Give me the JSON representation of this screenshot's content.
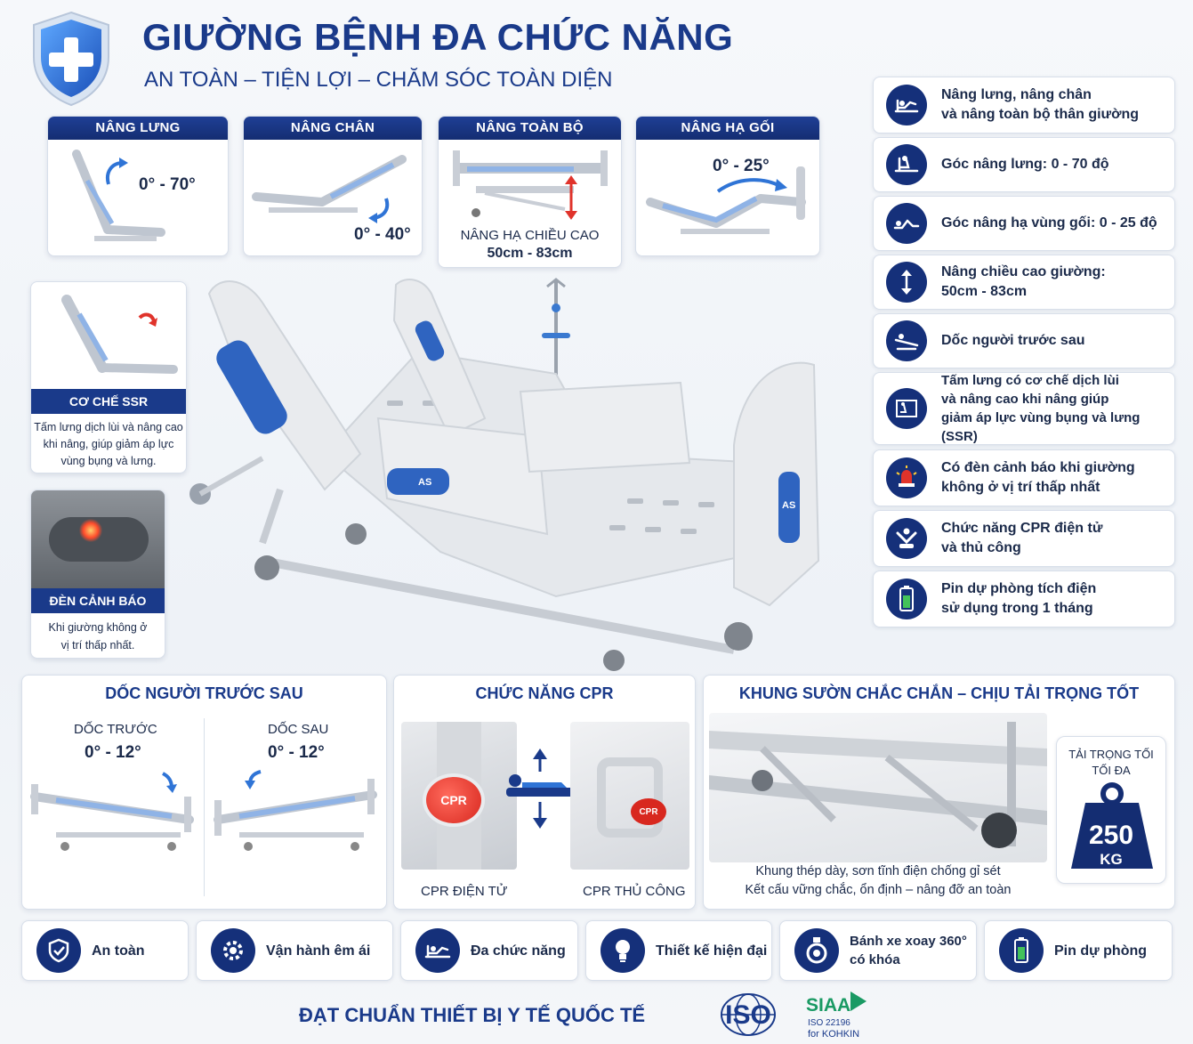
{
  "header": {
    "title": "GIƯỜNG BỆNH ĐA CHỨC NĂNG",
    "subtitle": "AN TOÀN – TIỆN LỢI – CHĂM SÓC TOÀN DIỆN"
  },
  "top_cards": [
    {
      "title": "NÂNG LƯNG",
      "angle": "0° - 70°"
    },
    {
      "title": "NÂNG CHÂN",
      "angle": "0° - 40°"
    },
    {
      "title": "NÂNG TOÀN BỘ",
      "caption_line1": "NÂNG HẠ CHIỀU CAO",
      "caption_line2": "50cm - 83cm"
    },
    {
      "title": "NÂNG HẠ GỐI",
      "angle": "0° - 25°"
    }
  ],
  "left_cards": {
    "ssr": {
      "title": "CƠ CHẾ SSR",
      "desc_line1": "Tấm lưng dịch lùi và nâng cao",
      "desc_line2": "khi nâng, giúp giảm áp lực",
      "desc_line3": "vùng bụng và lưng."
    },
    "warning": {
      "title": "ĐÈN CẢNH BÁO",
      "desc_line1": "Khi giường không ở",
      "desc_line2": "vị trí thấp nhất."
    }
  },
  "bed_labels": {
    "side_badge_1": "AS",
    "side_badge_2": "AS"
  },
  "features": [
    {
      "icon": "bed-raise-icon",
      "line1": "Nâng lưng, nâng chân",
      "line2": "và nâng toàn bộ thân giường"
    },
    {
      "icon": "backrest-icon",
      "line1": "Góc nâng lưng: 0 - 70 độ"
    },
    {
      "icon": "knee-icon",
      "line1": "Góc nâng hạ vùng gối: 0 - 25 độ"
    },
    {
      "icon": "height-arrows-icon",
      "line1": "Nâng chiều cao giường:",
      "line2": "50cm - 83cm"
    },
    {
      "icon": "tilt-icon",
      "line1": "Dốc người trước sau"
    },
    {
      "icon": "ssr-icon",
      "line1": "Tấm lưng có cơ chế dịch lùi",
      "line2": "và nâng cao khi nâng giúp",
      "line3": "giảm áp lực vùng bụng và lưng (SSR)"
    },
    {
      "icon": "alarm-light-icon",
      "line1": "Có đèn cảnh báo khi giường",
      "line2": "không ở vị trí thấp nhất"
    },
    {
      "icon": "cpr-icon",
      "line1": "Chức năng CPR điện tử",
      "line2": "và thủ công"
    },
    {
      "icon": "battery-icon",
      "line1": "Pin dự phòng tích điện",
      "line2": "sử dụng trong 1 tháng"
    }
  ],
  "tilt_section": {
    "title": "DỐC NGƯỜI TRƯỚC SAU",
    "front_label": "DỐC TRƯỚC",
    "front_angle": "0° - 12°",
    "back_label": "DỐC SAU",
    "back_angle": "0° - 12°"
  },
  "cpr_section": {
    "title": "CHỨC NĂNG CPR",
    "button_text": "CPR",
    "button_text_2": "CPR",
    "electric_label": "CPR ĐIỆN TỬ",
    "manual_label": "CPR THỦ CÔNG"
  },
  "frame_section": {
    "title": "KHUNG SƯỜN CHẮC CHẮN – CHỊU TẢI TRỌNG TỐT",
    "desc_line1": "Khung thép dày, sơn tĩnh điện chống gỉ sét",
    "desc_line2": "Kết cấu vững chắc, ổn định – nâng đỡ an toàn",
    "load_label_line1": "TẢI TRỌNG TỐI",
    "load_label_line2": "TỐI ĐA",
    "load_value": "250",
    "load_unit": "KG"
  },
  "bottom_pills": [
    {
      "icon": "shield-check-icon",
      "line1": "An toàn"
    },
    {
      "icon": "gear-icon",
      "line1": "Vận hành êm ái"
    },
    {
      "icon": "bed-multi-icon",
      "line1": "Đa chức năng"
    },
    {
      "icon": "lightbulb-icon",
      "line1": "Thiết kế hiện đại"
    },
    {
      "icon": "wheel-icon",
      "line1": "Bánh xe xoay 360°",
      "line2": "có khóa"
    },
    {
      "icon": "battery-icon",
      "line1": "Pin dự phòng"
    }
  ],
  "footer": {
    "standard_text": "ĐẠT CHUẨN THIẾT BỊ Y TẾ QUỐC TẾ",
    "iso_text": "ISO",
    "siaa_text": "SIAA",
    "siaa_sub_line1": "ISO 22196",
    "siaa_sub_line2": "for KOHKIN"
  },
  "colors": {
    "navy": "#1a3a8a",
    "navy_dark": "#142d72",
    "accent_blue": "#2f74d6",
    "red": "#e0332b"
  }
}
